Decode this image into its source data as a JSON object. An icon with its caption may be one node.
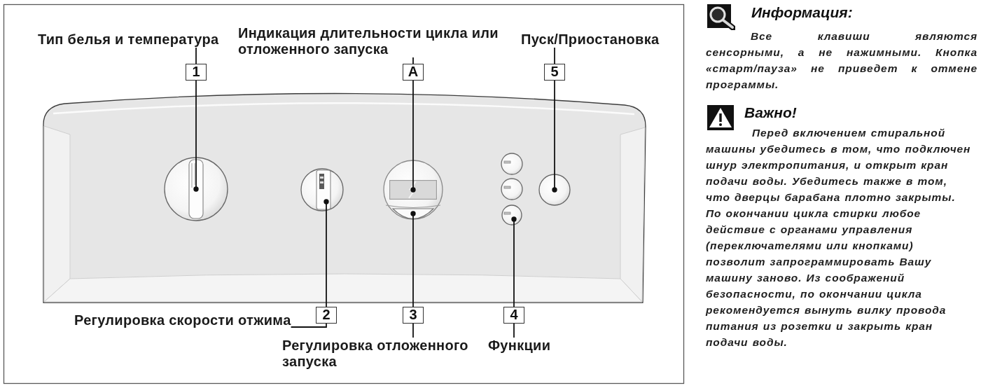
{
  "diagram": {
    "nodes": [
      {
        "text": [
          "Тип белья и температура"
        ]
      },
      {
        "text": [
          "1"
        ]
      },
      {
        "text": [
          "Индикация длительности цикла или отложенного запуска"
        ]
      },
      {
        "text": [
          "A"
        ]
      },
      {
        "text": [
          "Пуск/Приостановка"
        ]
      },
      {
        "text": [
          "5"
        ]
      },
      {
        "text": [],
        "shape": "circle"
      },
      {
        "text": [],
        "shape": "circle"
      },
      {
        "text": [],
        "shape": "box"
      },
      {
        "text": [],
        "shape": "bar"
      },
      {
        "text": [],
        "shape": "circle"
      },
      {
        "text": [],
        "shape": "circle"
      },
      {
        "text": [
          "2"
        ]
      },
      {
        "text": [
          "Регулировка скорости отжима"
        ]
      },
      {
        "text": [
          "3"
        ]
      },
      {
        "text": [
          "4"
        ]
      },
      {
        "text": [
          "Регулировка отложенного запуска"
        ]
      },
      {
        "text": [
          "Функции"
        ]
      }
    ],
    "edges": [
      {
        "from": 0,
        "to": 1,
        "arrow": "none"
      },
      {
        "from": 1,
        "to": 6,
        "arrow": "other"
      },
      {
        "from": 2,
        "to": 3,
        "arrow": "none"
      },
      {
        "from": 3,
        "to": 8,
        "arrow": "other"
      },
      {
        "from": 4,
        "to": 5,
        "arrow": "none"
      },
      {
        "from": 5,
        "to": 11,
        "arrow": "other"
      },
      {
        "from": 12,
        "to": 7,
        "arrow": "other"
      },
      {
        "from": 13,
        "to": 12,
        "arrow": "none"
      },
      {
        "from": 14,
        "to": 9,
        "arrow": "other"
      },
      {
        "from": 16,
        "to": 14,
        "arrow": "none"
      },
      {
        "from": 15,
        "to": 10,
        "arrow": "other"
      },
      {
        "from": 17,
        "to": 15,
        "arrow": "none"
      }
    ],
    "labels": [
      "Информация:",
      "Все клавиши являются сенсорными, а не нажимными. Кнопка «старт/пауза» не приведет к отмене программы.",
      "Важно!",
      "Перед включением стиральной машины убедитесь в том, что подключен шнур электропитания, и открыт кран подачи воды. Убедитесь также в том, что дверцы барабана плотно закрыты. По окончании цикла стирки любое действие с органами управления (переключателями или кнопками) позволит запрограммировать Вашу машину заново. Из соображений безопасности, по окончании цикла рекомендуется вынуть вилку провода питания из розетки и закрыть кран подачи воды."
    ]
  }
}
